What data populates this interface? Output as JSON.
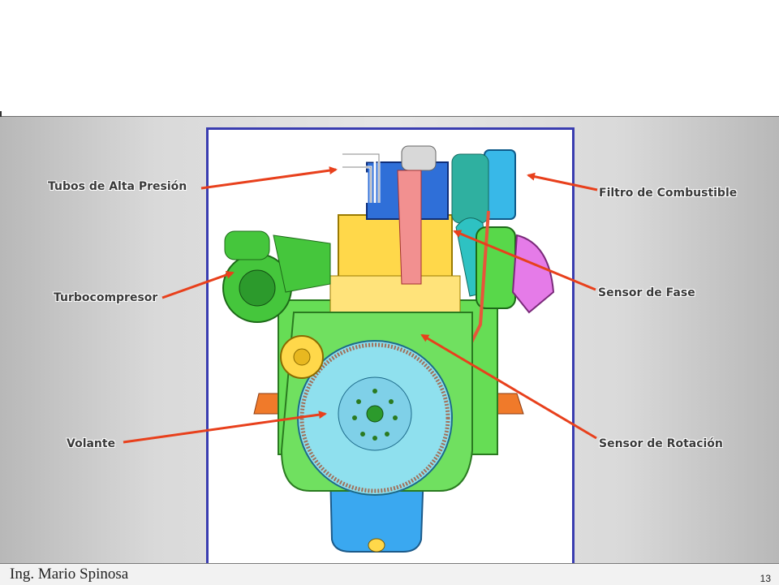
{
  "labels": {
    "tubos": "Tubos de Alta Presión",
    "filtro": "Filtro de Combustible",
    "turbo": "Turbocompresor",
    "fase": "Sensor de Fase",
    "volante": "Volante",
    "rotacion": "Sensor de Rotación"
  },
  "footer": {
    "author": "Ing. Mario Spinosa",
    "page_number": "13"
  },
  "colors": {
    "arrow": "#e8401c",
    "frame": "#3a3db0",
    "engine_green": "#66dd55",
    "engine_yellow": "#ffd84a",
    "engine_cyan": "#7fd9ee",
    "engine_blue": "#3aa8f0",
    "engine_magenta": "#e57be8",
    "engine_red": "#e8553a"
  }
}
